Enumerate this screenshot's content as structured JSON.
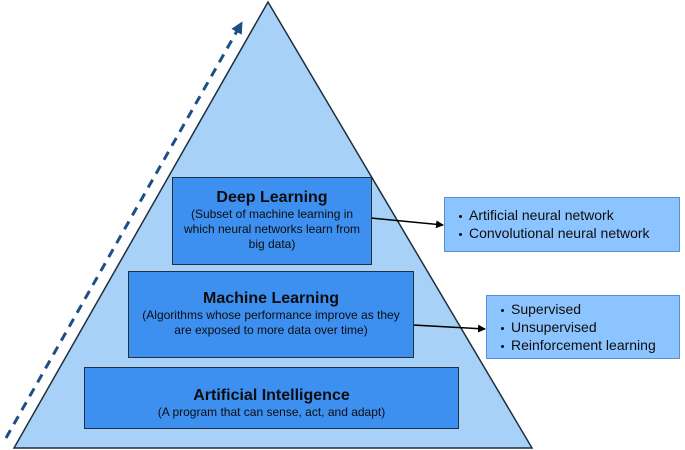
{
  "colors": {
    "pyramid_fill": "#a7d1f7",
    "pyramid_stroke": "#1f2f3d",
    "layer_fill": "#3d8ff0",
    "list_fill": "#8cc4ff",
    "arrow": "#000000",
    "dashed_arrow": "#1d4f86"
  },
  "layers": [
    {
      "title": "Deep Learning",
      "description_lines": [
        "(Subset of machine learning in",
        "which neural networks learn from",
        "big data)"
      ]
    },
    {
      "title": "Machine Learning",
      "description_lines": [
        "(Algorithms whose performance improve as they",
        "are exposed to more data over time)"
      ]
    },
    {
      "title": "Artificial Intelligence",
      "description_lines": [
        "(A program that can sense, act, and adapt)"
      ]
    }
  ],
  "lists": [
    {
      "items": [
        "Artificial neural network",
        "Convolutional neural network"
      ]
    },
    {
      "items": [
        "Supervised",
        "Unsupervised",
        "Reinforcement learning"
      ]
    }
  ],
  "icons": {
    "progression_arrow": "dashed-arrow-up-right-icon",
    "connector_arrow": "arrow-right-icon"
  }
}
